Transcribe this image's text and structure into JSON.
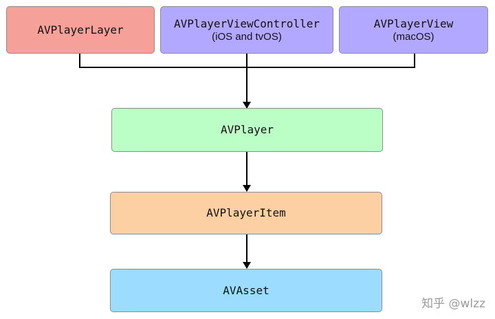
{
  "nodes": {
    "avplayerlayer": {
      "label": "AVPlayerLayer",
      "color": "#f6a09a"
    },
    "avplayerviewcontroller": {
      "label": "AVPlayerViewController",
      "sublabel": "(iOS and tvOS)",
      "color": "#b3a8ff"
    },
    "avplayerview": {
      "label": "AVPlayerView",
      "sublabel": "(macOS)",
      "color": "#b3a8ff"
    },
    "avplayer": {
      "label": "AVPlayer",
      "color": "#bbffc6"
    },
    "avplayeritem": {
      "label": "AVPlayerItem",
      "color": "#fdd0a4"
    },
    "avasset": {
      "label": "AVAsset",
      "color": "#9cdcff"
    }
  },
  "edges": [
    {
      "from": [
        "avplayerlayer",
        "avplayerviewcontroller",
        "avplayerview"
      ],
      "to": "avplayer"
    },
    {
      "from": [
        "avplayer"
      ],
      "to": "avplayeritem"
    },
    {
      "from": [
        "avplayeritem"
      ],
      "to": "avasset"
    }
  ],
  "watermark": "知乎 @wlzz"
}
